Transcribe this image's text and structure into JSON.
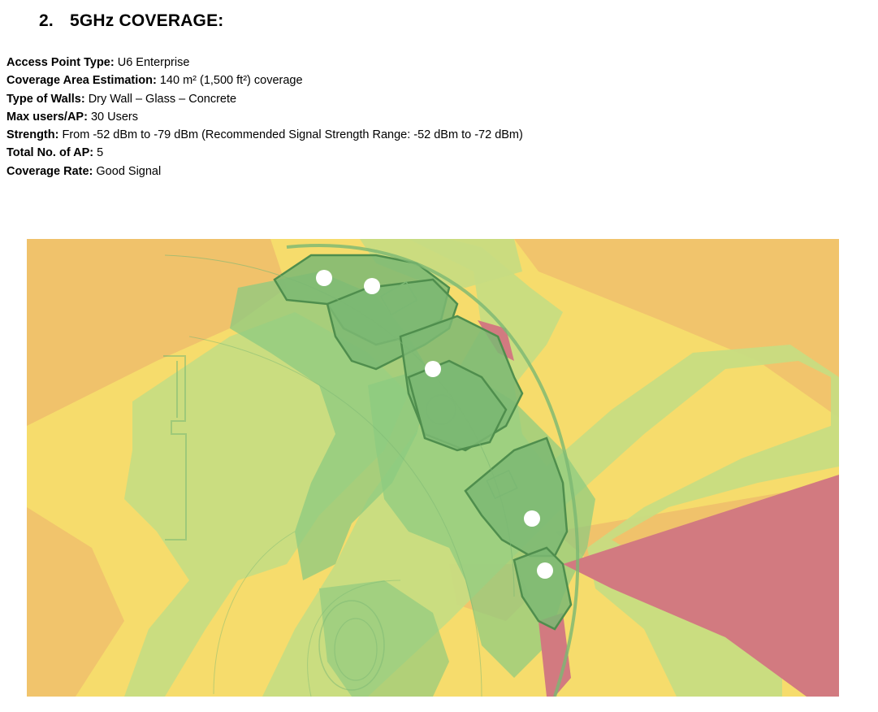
{
  "section": {
    "number": "2.",
    "title": "5GHz COVERAGE:"
  },
  "specs": [
    {
      "label": "Access Point Type:",
      "value": "U6 Enterprise"
    },
    {
      "label": "Coverage Area Estimation:",
      "value": "140 m² (1,500 ft²) coverage"
    },
    {
      "label": "Type of Walls:",
      "value": "Dry Wall – Glass – Concrete"
    },
    {
      "label": "Max users/AP:",
      "value": "30 Users"
    },
    {
      "label": "Strength:",
      "value": "From -52 dBm to -79 dBm (Recommended Signal Strength Range: -52 dBm to -72 dBm)"
    },
    {
      "label": "Total No. of AP:",
      "value": "5"
    },
    {
      "label": "Coverage Rate:",
      "value": "Good Signal"
    }
  ],
  "heatmap": {
    "colors": {
      "weak_yellow": "#f6dc6c",
      "orange": "#f0bf6c",
      "light_green": "#c7dc82",
      "green": "#8cca80",
      "building": "#7bb873",
      "red": "#d27a80",
      "ap_marker": "#ffffff"
    },
    "access_point_count": 5,
    "marker_icon": "access-point-marker"
  }
}
